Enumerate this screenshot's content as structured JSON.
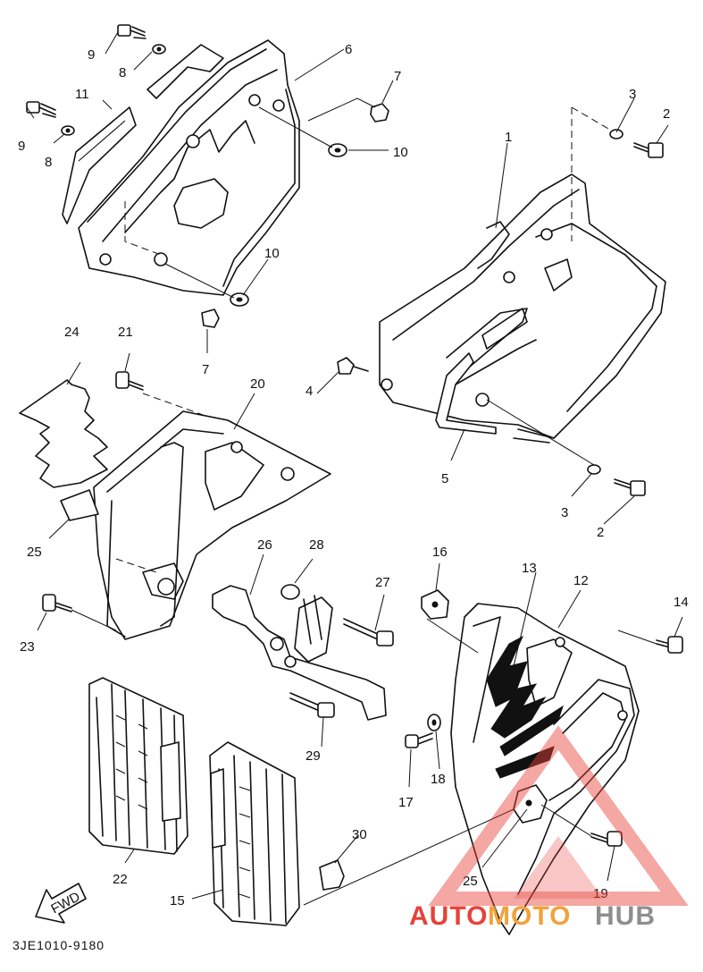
{
  "diagram": {
    "callouts": {
      "n1": "1",
      "n2a": "2",
      "n2b": "2",
      "n3a": "3",
      "n3b": "3",
      "n4": "4",
      "n5": "5",
      "n6": "6",
      "n7a": "7",
      "n7b": "7",
      "n8a": "8",
      "n8b": "8",
      "n9a": "9",
      "n9b": "9",
      "n10a": "10",
      "n10b": "10",
      "n11": "11",
      "n12": "12",
      "n13": "13",
      "n14": "14",
      "n15": "15",
      "n16": "16",
      "n17": "17",
      "n18": "18",
      "n19": "19",
      "n20": "20",
      "n21": "21",
      "n22": "22",
      "n23": "23",
      "n24": "24",
      "n25a": "25",
      "n25b": "25",
      "n26": "26",
      "n27": "27",
      "n28": "28",
      "n29": "29",
      "n30": "30"
    },
    "fwd_label": "FWD",
    "diagram_code": "3JE1010-9180"
  },
  "watermark": {
    "text_red": "AUTO",
    "text_orange": "MOTO",
    "text_gray": "HUB",
    "colors": {
      "red": "#e8413a",
      "orange": "#f2a23a",
      "gray": "#8e8e8e"
    }
  }
}
